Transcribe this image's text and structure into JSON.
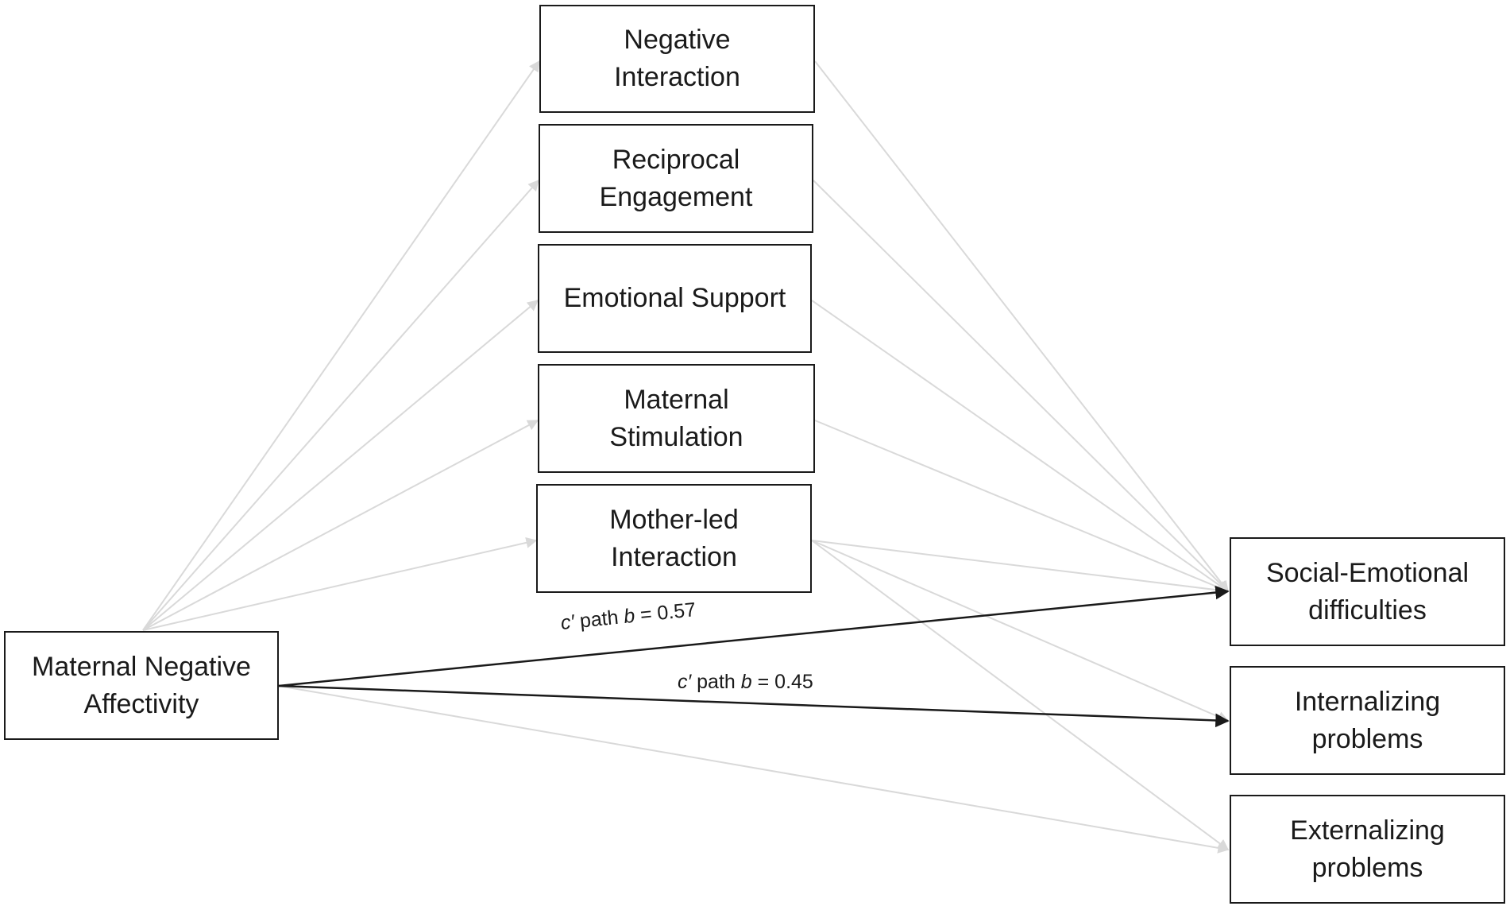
{
  "nodes": {
    "negative_interaction": "Negative\nInteraction",
    "reciprocal_engagement": "Reciprocal\nEngagement",
    "emotional_support": "Emotional Support",
    "maternal_stimulation": "Maternal\nStimulation",
    "mother_led_interaction": "Mother-led\nInteraction",
    "maternal_negative_affectivity": "Maternal Negative\nAffectivity",
    "social_emotional_difficulties": "Social-Emotional\ndifficulties",
    "internalizing_problems": "Internalizing\nproblems",
    "externalizing_problems": "Externalizing\nproblems"
  },
  "edge_labels": {
    "social_emotional": {
      "symbol": "c′",
      "path_word": "path",
      "coef_symbol": "b",
      "value_text": "= 0.57"
    },
    "internalizing": {
      "symbol": "c′",
      "path_word": "path",
      "coef_symbol": "b",
      "value_text": "= 0.45"
    }
  },
  "colors": {
    "significant_path": "#1a1a1a",
    "nonsignificant_path": "#d9d9d9",
    "box_border": "#1a1a1a"
  }
}
